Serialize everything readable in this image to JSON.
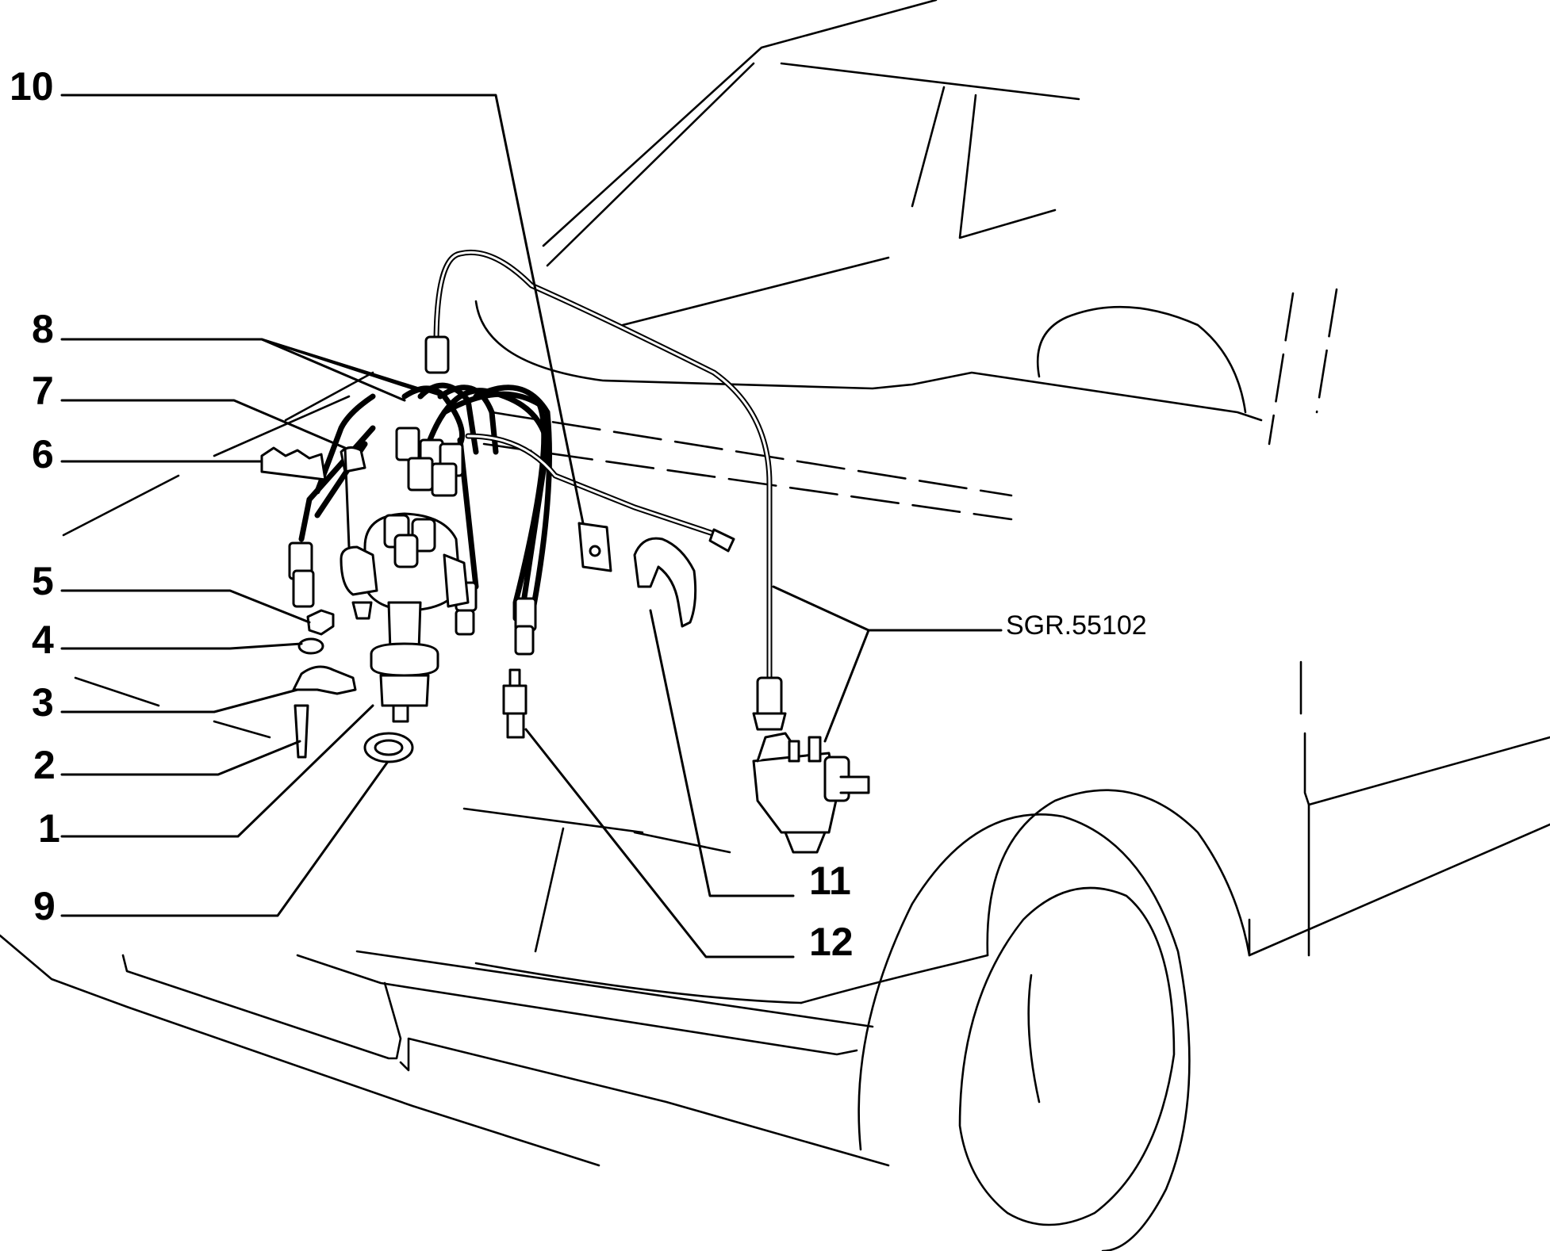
{
  "callouts": [
    {
      "id": "10",
      "label": "10"
    },
    {
      "id": "8",
      "label": "8"
    },
    {
      "id": "7",
      "label": "7"
    },
    {
      "id": "6",
      "label": "6"
    },
    {
      "id": "5",
      "label": "5"
    },
    {
      "id": "4",
      "label": "4"
    },
    {
      "id": "3",
      "label": "3"
    },
    {
      "id": "2",
      "label": "2"
    },
    {
      "id": "1",
      "label": "1"
    },
    {
      "id": "9",
      "label": "9"
    },
    {
      "id": "11",
      "label": "11"
    },
    {
      "id": "12",
      "label": "12"
    }
  ],
  "reference_code": "SGR.55102"
}
